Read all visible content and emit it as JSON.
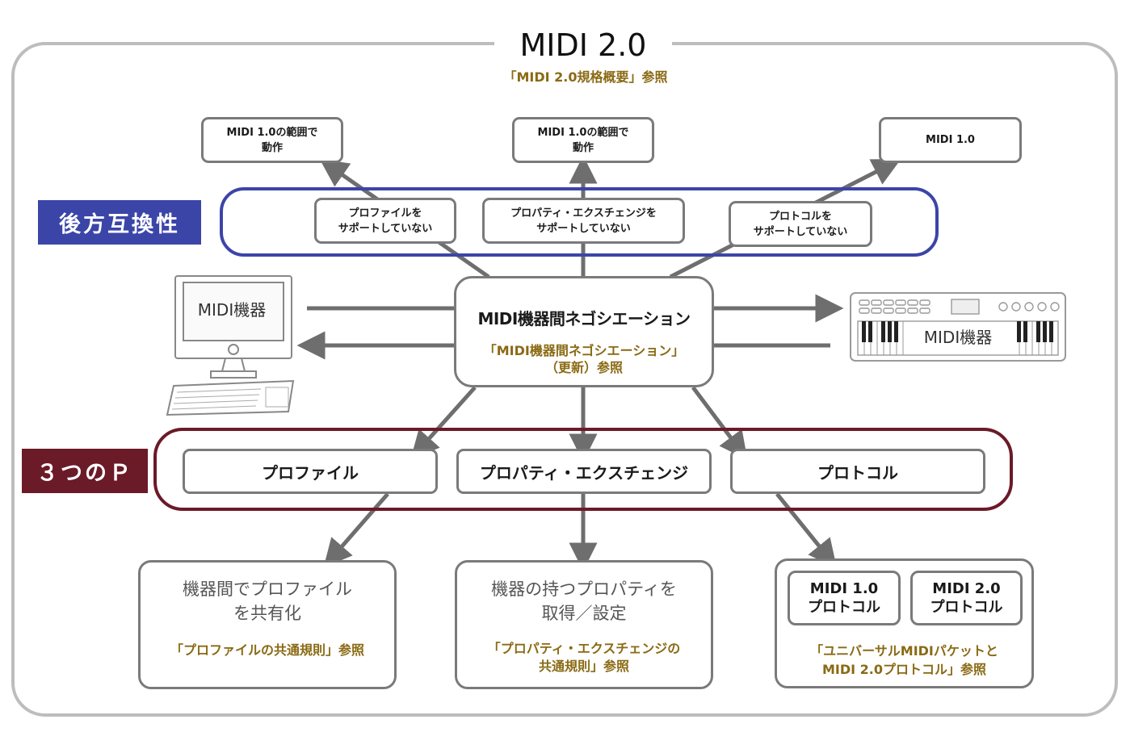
{
  "title": "MIDI 2.0",
  "title_ref": "「MIDI 2.0規格概要」参照",
  "outputs": [
    {
      "label": "MIDI 1.0の範囲で\n動作"
    },
    {
      "label": "MIDI 1.0の範囲で\n動作"
    },
    {
      "label": "MIDI 1.0"
    }
  ],
  "backward": {
    "tag": "後方互換性",
    "items": [
      {
        "label": "プロファイルを\nサポートしていない"
      },
      {
        "label": "プロパティ・エクスチェンジを\nサポートしていない"
      },
      {
        "label": "プロトコルを\nサポートしていない"
      }
    ]
  },
  "negotiation": {
    "title": "MIDI機器間ネゴシエーション",
    "ref": "「MIDI機器間ネゴシエーション」\n（更新）参照"
  },
  "devices": {
    "computer_label": "MIDI機器",
    "keyboard_label": "MIDI機器"
  },
  "three_p": {
    "tag": "３つのＰ",
    "items": [
      {
        "label": "プロファイル"
      },
      {
        "label": "プロパティ・エクスチェンジ"
      },
      {
        "label": "プロトコル"
      }
    ]
  },
  "details": [
    {
      "title": "機器間でプロファイル\nを共有化",
      "ref": "「プロファイルの共通規則」参照"
    },
    {
      "title": "機器の持つプロパティを\n取得／設定",
      "ref": "「プロパティ・エクスチェンジの\n共通規則」参照"
    },
    {
      "protocols": [
        "MIDI 1.0\nプロトコル",
        "MIDI 2.0\nプロトコル"
      ],
      "ref": "「ユニバーサルMIDIパケットと\nMIDI 2.0プロトコル」参照"
    }
  ],
  "colors": {
    "frame": "#bdbdbd",
    "box_border": "#7a7a7a",
    "arrow": "#6e6e6e",
    "backward_accent": "#3b45a8",
    "three_p_accent": "#6b1a28",
    "ref_text": "#8a6a14"
  }
}
